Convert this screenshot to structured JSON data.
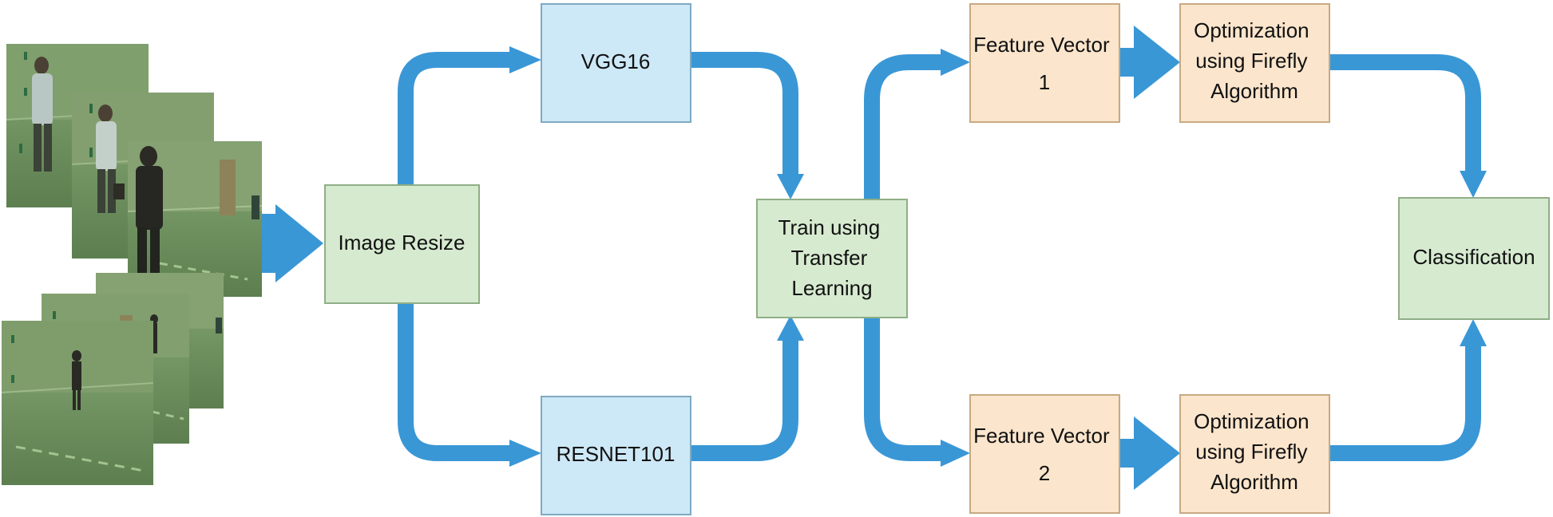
{
  "colors": {
    "arrow": "#3a97d6",
    "box_blue_fill": "#cde8f6",
    "box_blue_stroke": "#7fa9c2",
    "box_green_fill": "#d6ead0",
    "box_green_stroke": "#8fae86",
    "box_peach_fill": "#fbe5cc",
    "box_peach_stroke": "#c8a982",
    "photo_green": "#7a9c68"
  },
  "input_frames": {
    "icon": "surveillance-frame-stack",
    "count": 6
  },
  "nodes": {
    "image_resize": {
      "lines": [
        "Image Resize"
      ]
    },
    "vgg16": {
      "lines": [
        "VGG16"
      ]
    },
    "resnet101": {
      "lines": [
        "RESNET101"
      ]
    },
    "train": {
      "lines": [
        "Train using",
        "Transfer",
        "Learning"
      ]
    },
    "fv1": {
      "lines": [
        "Feature Vector",
        "1"
      ]
    },
    "fv2": {
      "lines": [
        "Feature Vector",
        "2"
      ]
    },
    "opt1": {
      "lines": [
        "Optimization",
        "using Firefly",
        "Algorithm"
      ]
    },
    "opt2": {
      "lines": [
        "Optimization",
        "using Firefly",
        "Algorithm"
      ]
    },
    "classification": {
      "lines": [
        "Classification"
      ]
    }
  }
}
